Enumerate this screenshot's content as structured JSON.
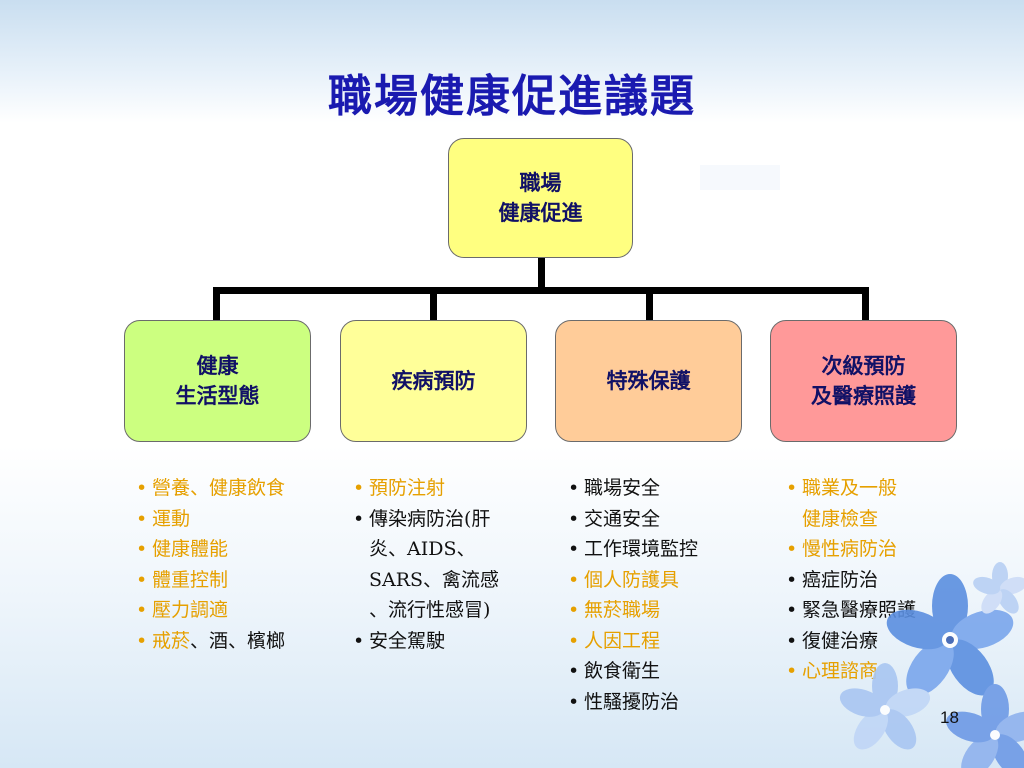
{
  "title": "職場健康促進議題",
  "root": {
    "label": "職場\n健康促進"
  },
  "categories": [
    {
      "label": "健康\n生活型態",
      "items": [
        {
          "text": "營養、健康飲食",
          "orange": true
        },
        {
          "text": "運動",
          "orange": true
        },
        {
          "text": "健康體能",
          "orange": true
        },
        {
          "text": "體重控制",
          "orange": true
        },
        {
          "text": "壓力調適",
          "orange": true
        },
        {
          "text": "戒菸",
          "orange": true,
          "tail": "、酒、檳榔"
        }
      ]
    },
    {
      "label": "疾病預防",
      "items": [
        {
          "text": "預防注射",
          "orange": true
        },
        {
          "text": "傳染病防治(肝\n炎、AIDS、\nSARS、禽流感\n、流行性感冒)",
          "orange": false
        },
        {
          "text": "安全駕駛",
          "orange": false
        }
      ]
    },
    {
      "label": "特殊保護",
      "items": [
        {
          "text": "職場安全",
          "orange": false
        },
        {
          "text": "交通安全",
          "orange": false
        },
        {
          "text": "工作環境監控",
          "orange": false
        },
        {
          "text": "個人防護具",
          "orange": true
        },
        {
          "text": "無菸職場",
          "orange": true
        },
        {
          "text": "人因工程",
          "orange": true
        },
        {
          "text": "飲食衛生",
          "orange": false
        },
        {
          "text": "性騷擾防治",
          "orange": false
        }
      ]
    },
    {
      "label": "次級預防\n及醫療照護",
      "items": [
        {
          "text": "職業及一般\n健康檢查",
          "orange": true
        },
        {
          "text": "慢性病防治",
          "orange": true
        },
        {
          "text": "癌症防治",
          "orange": false
        },
        {
          "text": "緊急醫療照護",
          "orange": false
        },
        {
          "text": "復健治療",
          "orange": false
        },
        {
          "text": "心理諮商",
          "orange": true
        }
      ]
    }
  ],
  "bullet_char": "•",
  "page_number": "18",
  "colors": {
    "title": "#1a1ab0",
    "root_box": "#ffff80",
    "box_colors": [
      "#ccff80",
      "#ffff99",
      "#ffcc99",
      "#ff9999"
    ],
    "orange_text": "#e6a000"
  },
  "decoration": {
    "icon": "blue-flower-decoration"
  }
}
